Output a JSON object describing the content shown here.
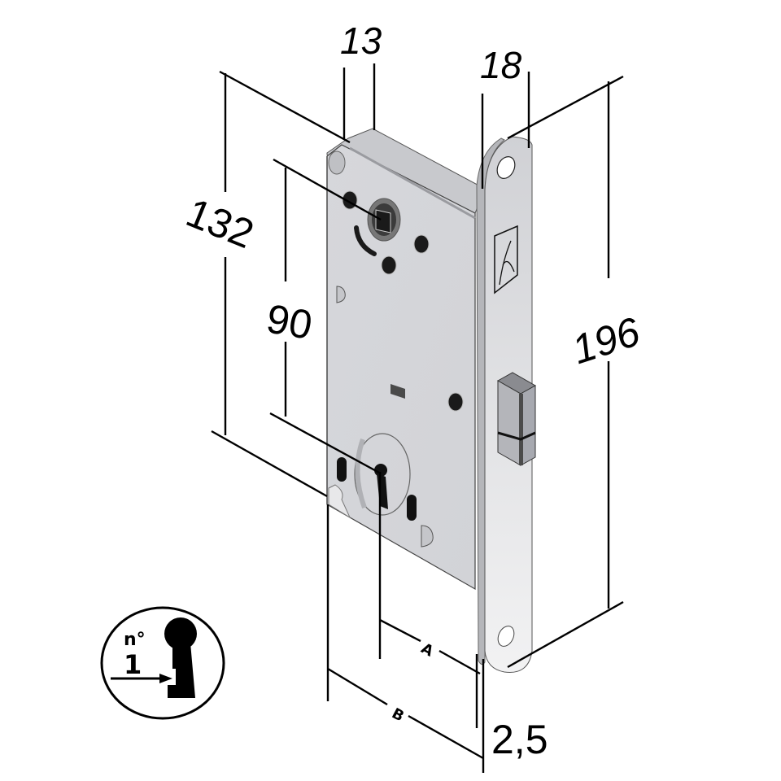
{
  "diagram": {
    "subject": "mortise lock with strike faceplate and latch",
    "dimensions": {
      "body_height": "132",
      "backset_center": "90",
      "body_thickness": "13",
      "faceplate_width": "18",
      "faceplate_height": "196",
      "faceplate_thickness": "2,5",
      "label_a": "A",
      "label_b": "B"
    },
    "key_badge": {
      "prefix": "n°",
      "number": "1",
      "icon": "keyhole-icon"
    },
    "colors": {
      "body": "#d4d5d9",
      "faceplate": "#e2e3e6",
      "line": "#000000",
      "hole": "#1a1a1a",
      "latch_light": "#b9bbc0",
      "latch_dark": "#4b4b4b"
    }
  }
}
